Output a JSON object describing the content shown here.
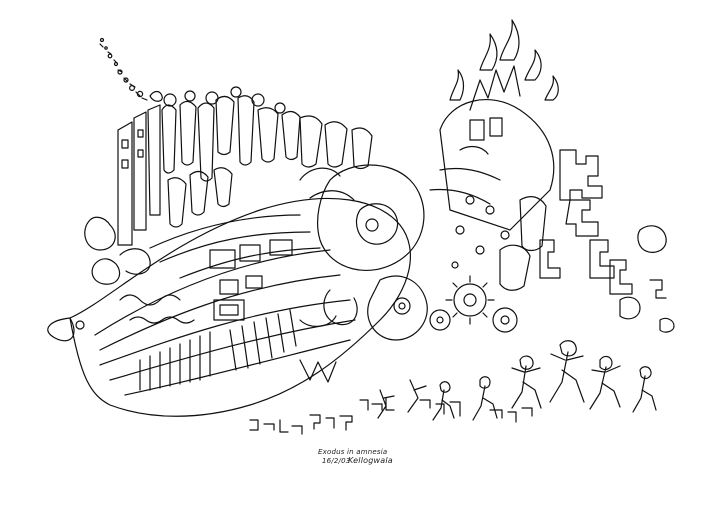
{
  "artwork": {
    "caption_title": "Exodus in amnesia",
    "caption_date": "16/2/03",
    "signature": "Kellogwala",
    "colors": {
      "ink": "#111111",
      "paper": "#ffffff"
    }
  }
}
